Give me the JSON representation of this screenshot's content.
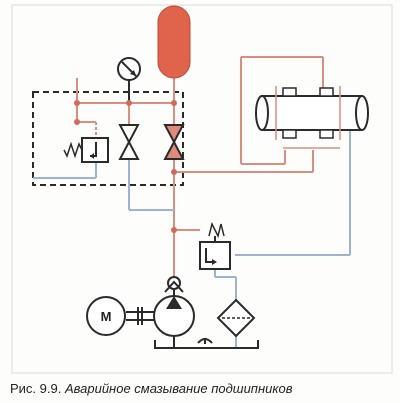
{
  "caption": {
    "number": "Рис. 9.9.",
    "text": "Аварийное смазывание подшипников"
  },
  "motor_label": "M",
  "colors": {
    "line_black": "#2a2a2a",
    "line_red": "#d88f80",
    "line_blue": "#9db3d4",
    "accumulator_fill": "#e0634c",
    "node_red": "#d06b5a"
  },
  "components": [
    "pressure-gauge-icon",
    "accumulator-icon",
    "valve-black-icon",
    "valve-red-icon",
    "relief-valve-icon",
    "bearing-shaft-icon",
    "relief-valve-2-icon",
    "check-valve-icon",
    "motor-icon",
    "pump-icon",
    "filter-icon",
    "tank-icon"
  ]
}
